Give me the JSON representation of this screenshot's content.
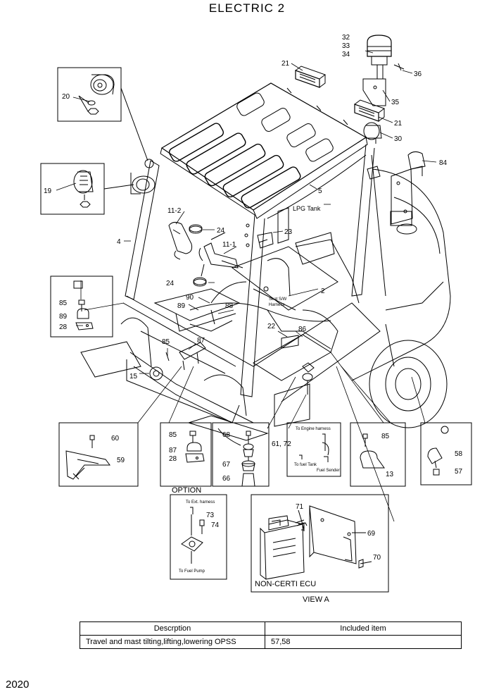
{
  "title": "ELECTRIC 2",
  "page_number": "2020",
  "option_label": "OPTION",
  "view_label": "VIEW A",
  "ecu_label": "NON-CERTI ECU",
  "notes": {
    "lpg_tank": "LPG Tank",
    "seat_sw": "Seat S/W",
    "harness": "Harness",
    "to_engine_harness": "To Engine harness",
    "to_fuel_tank": "To fuel Tank",
    "fuel_sender": "Fuel Sender",
    "to_ext_harness": "To Ext. harness",
    "to_fuel_pump": "To Fuel Pump"
  },
  "callouts": {
    "c32": "32",
    "c33": "33",
    "c34": "34",
    "c36": "36",
    "c35": "35",
    "c21a": "21",
    "c21b": "21",
    "c30": "30",
    "c84": "84",
    "c20": "20",
    "c19": "19",
    "c5": "5",
    "c4": "4",
    "c112": "11-2",
    "c24a": "24",
    "c111": "11-1",
    "c24b": "24",
    "c23": "23",
    "c2": "2",
    "c90": "90",
    "c89": "89",
    "c88": "88",
    "c22": "22",
    "c86": "86",
    "c85a": "85",
    "c87": "87",
    "c15": "15",
    "b1_85": "85",
    "b1_89": "89",
    "b1_28": "28",
    "b2_60": "60",
    "b2_59": "59",
    "b3_85": "85",
    "b3_87": "87",
    "b3_28": "28",
    "b4_68": "68",
    "b4_67": "67",
    "b4_66": "66",
    "b4_6172": "61, 72",
    "b5_85": "85",
    "b5_13": "13",
    "b6_58": "58",
    "b6_57": "57",
    "opt_73": "73",
    "opt_74": "74",
    "v_71": "71",
    "v_69": "69",
    "v_70": "70"
  },
  "table": {
    "headers": [
      "Descrption",
      "Included item"
    ],
    "rows": [
      [
        "Travel and mast tilting,lifting,lowering OPSS",
        "57,58"
      ]
    ]
  }
}
